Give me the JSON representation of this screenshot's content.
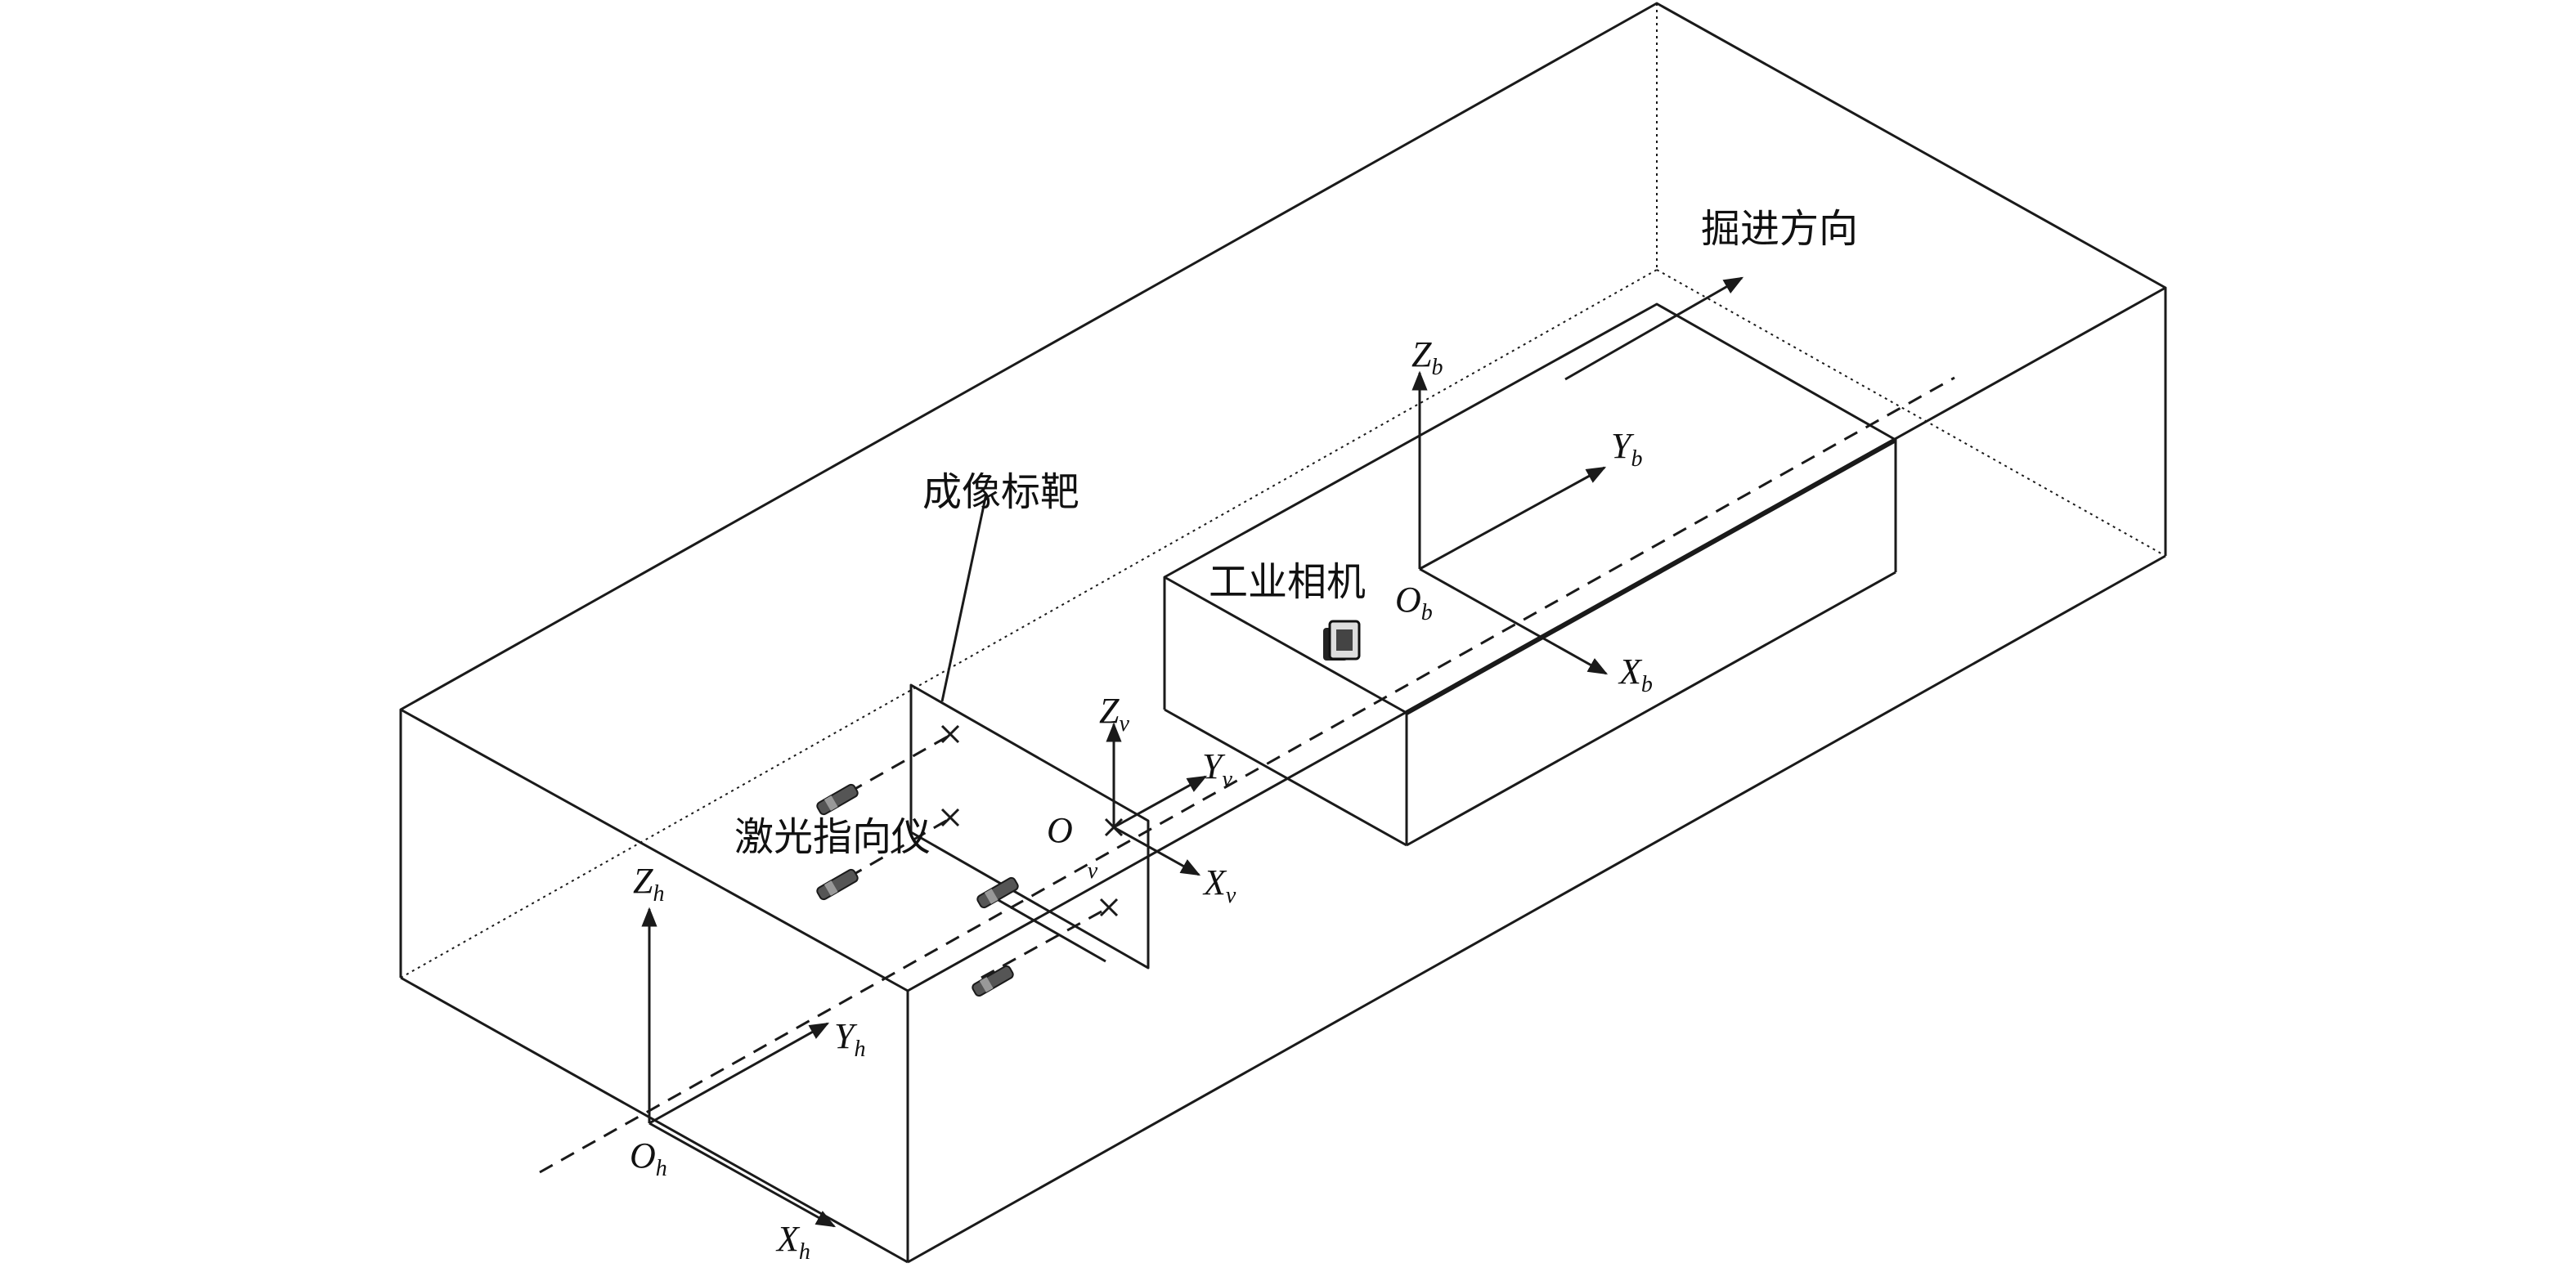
{
  "labels": {
    "direction": "掘进方向",
    "target": "成像标靶",
    "camera": "工业相机",
    "laser": "激光指向仪"
  },
  "axes": {
    "Zb": {
      "main": "Z",
      "sub": "b"
    },
    "Yb": {
      "main": "Y",
      "sub": "b"
    },
    "Ob": {
      "main": "O",
      "sub": "b"
    },
    "Xb": {
      "main": "X",
      "sub": "b"
    },
    "Zv": {
      "main": "Z",
      "sub": "v"
    },
    "Yv": {
      "main": "Y",
      "sub": "v"
    },
    "Ov": {
      "main": "O",
      "sub": "v"
    },
    "Xv": {
      "main": "X",
      "sub": "v"
    },
    "Zh": {
      "main": "Z",
      "sub": "h"
    },
    "Yh": {
      "main": "Y",
      "sub": "h"
    },
    "Oh": {
      "main": "O",
      "sub": "h"
    },
    "Xh": {
      "main": "X",
      "sub": "h"
    }
  },
  "icons": [
    "laser-pointer-icon",
    "industrial-camera-icon",
    "target-cross-icon",
    "arrowhead-icon"
  ]
}
